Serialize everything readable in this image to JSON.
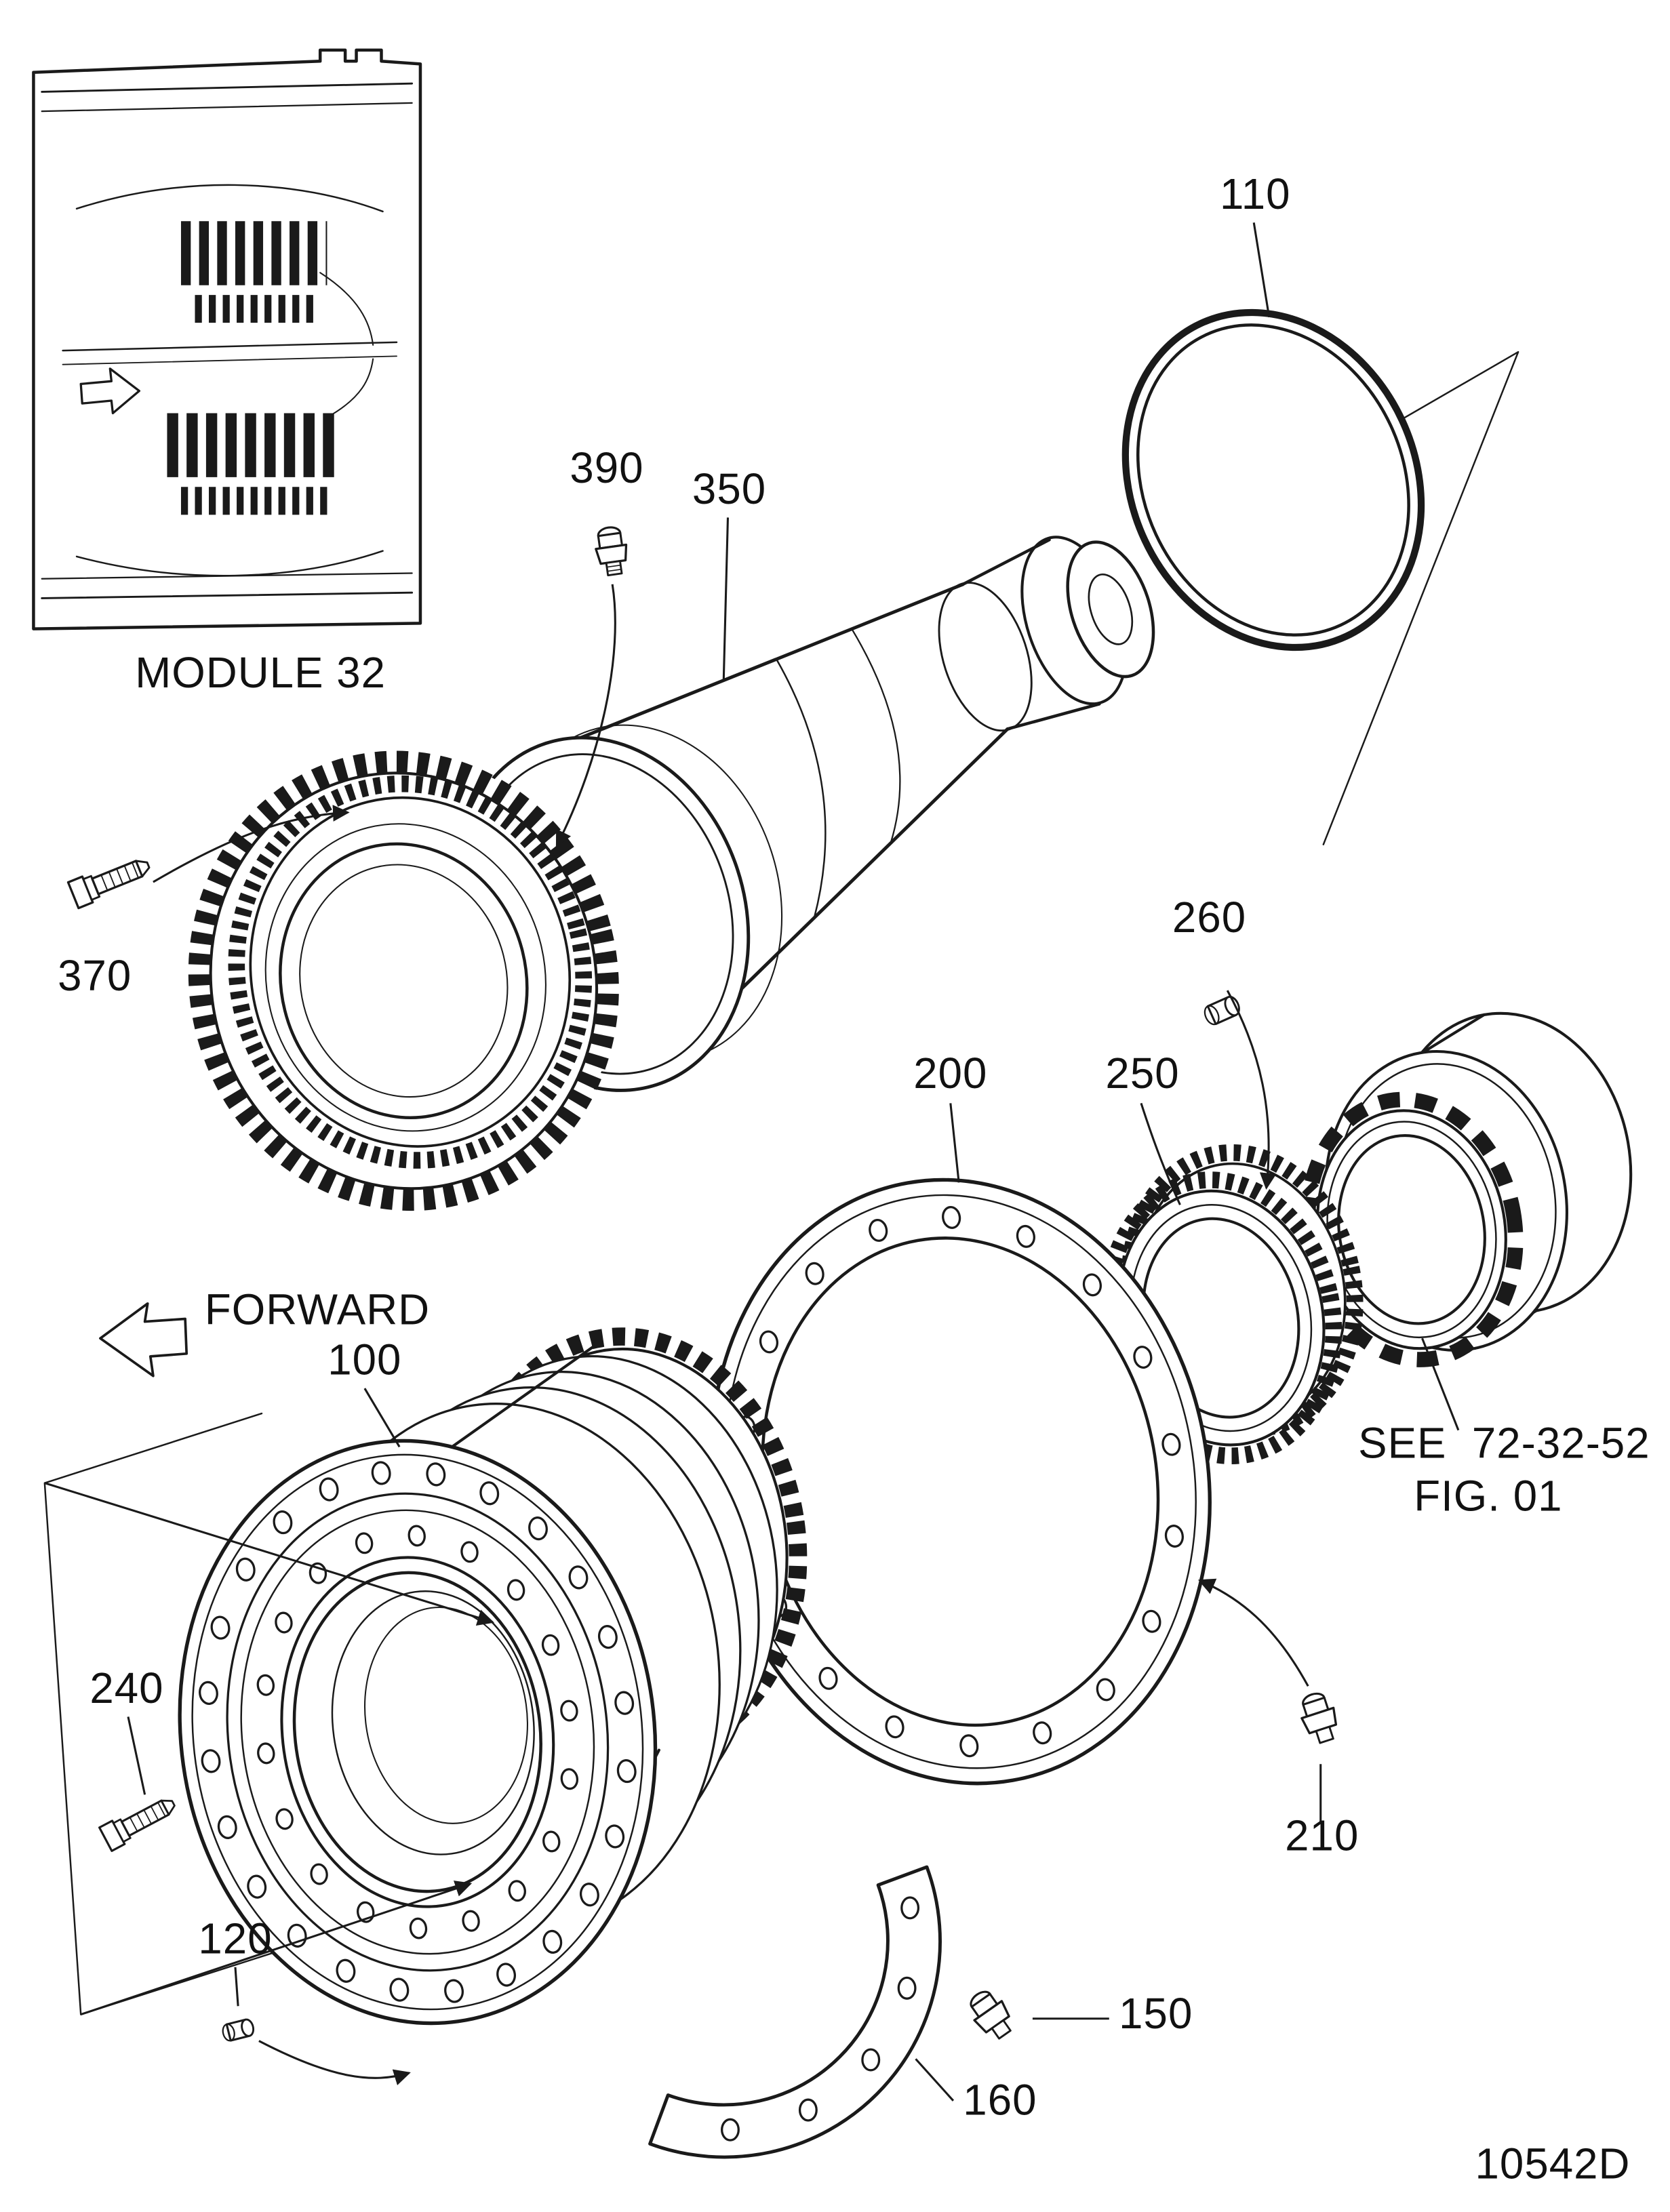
{
  "figure": {
    "drawing_number": "10542D",
    "module_label": "MODULE 32",
    "forward_label": "FORWARD",
    "see_reference": "SEE  72-32-52",
    "see_reference_fig": "FIG. 01"
  },
  "callouts": {
    "c100": "100",
    "c110": "110",
    "c120": "120",
    "c150": "150",
    "c160": "160",
    "c200": "200",
    "c210": "210",
    "c240": "240",
    "c250": "250",
    "c260": "260",
    "c350": "350",
    "c370": "370",
    "c390": "390"
  }
}
